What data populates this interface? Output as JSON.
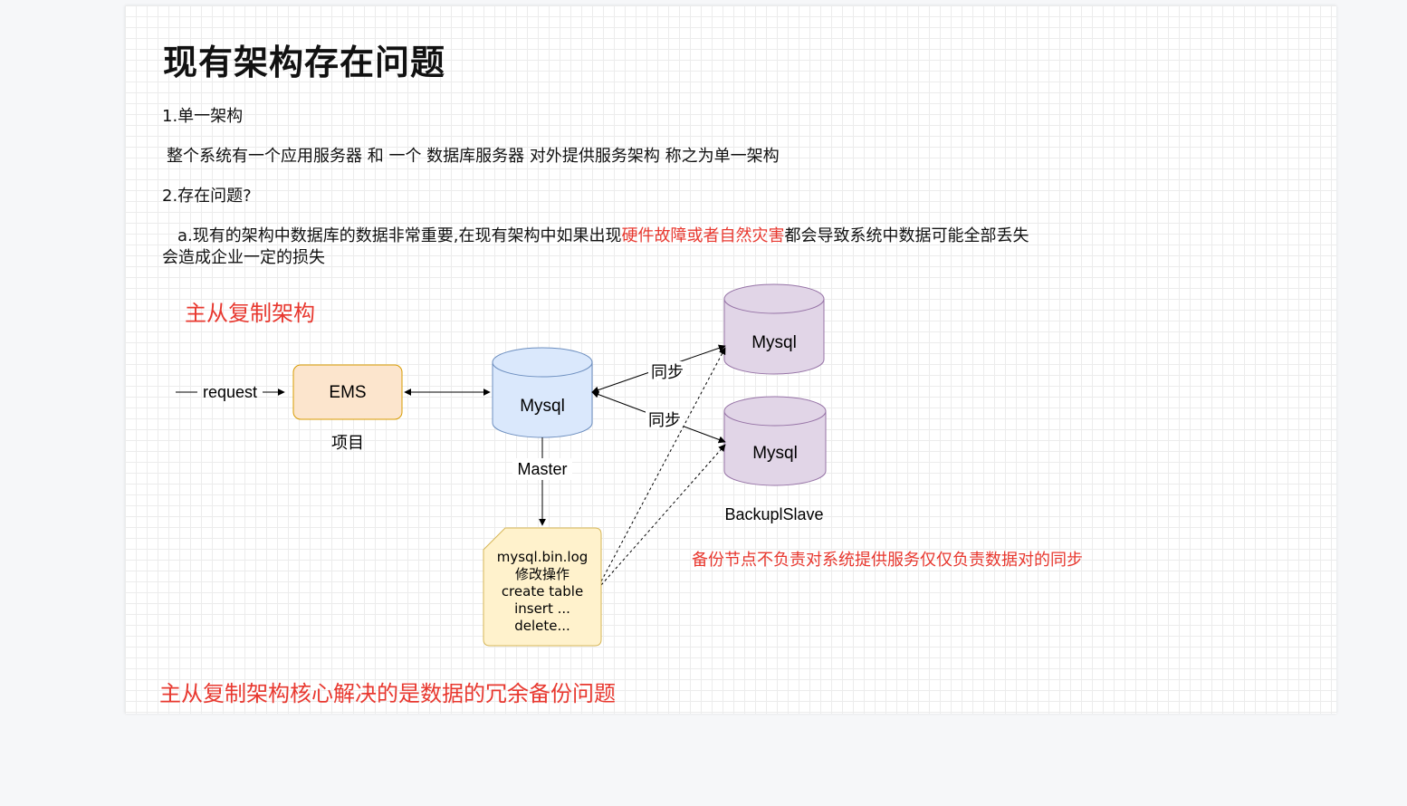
{
  "title": "现有架构存在问题",
  "section1": {
    "heading": "1.单一架构",
    "body": "整个系统有一个应用服务器 和 一个 数据库服务器 对外提供服务架构 称之为单一架构"
  },
  "section2": {
    "heading": "2.存在问题?",
    "line1_prefix": "a.现有的架构中数据库的数据非常重要,在现有架构中如果出现",
    "line1_highlight": "硬件故障或者自然灾害",
    "line1_suffix": "都会导致系统中数据可能全部丢失",
    "line2": "会造成企业一定的损失"
  },
  "diagram": {
    "title": "主从复制架构",
    "request_label": "request",
    "ems_label": "EMS",
    "ems_caption": "项目",
    "master_db_label": "Mysql",
    "master_caption": "Master",
    "slave1_label": "Mysql",
    "slave2_label": "Mysql",
    "slave_caption": "BackuplSlave",
    "sync_label_1": "同步",
    "sync_label_2": "同步",
    "log_lines": [
      "mysql.bin.log",
      "修改操作",
      "create table",
      "insert ...",
      "delete..."
    ],
    "slave_note": "备份节点不负责对系统提供服务仅仅负责数据对的同步"
  },
  "conclusion": "主从复制架构核心解决的是数据的冗余备份问题",
  "colors": {
    "red": "#e8382f",
    "ems_fill": "#fce5cd",
    "ems_stroke": "#d79b00",
    "master_fill": "#dae8fc",
    "master_stroke": "#6c8ebf",
    "slave_fill": "#e1d5e7",
    "slave_stroke": "#9673a6",
    "log_fill": "#fff2cc",
    "log_stroke": "#d6b656"
  }
}
